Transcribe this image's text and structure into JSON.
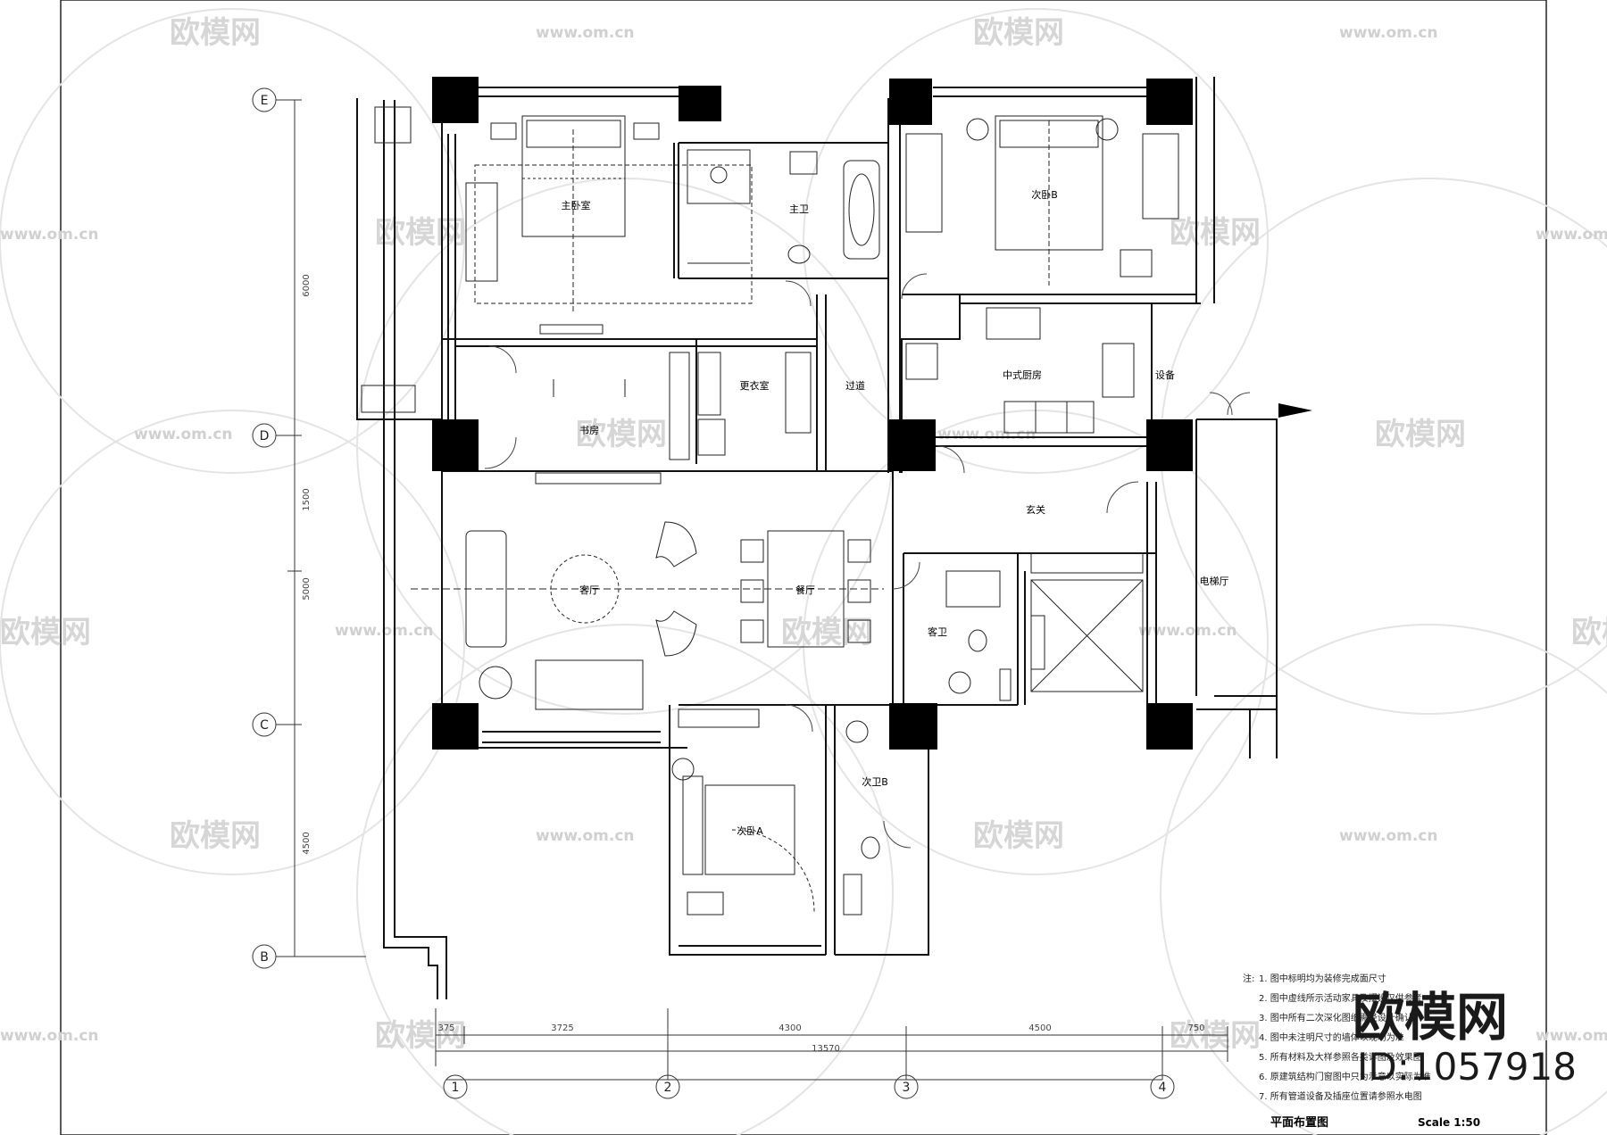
{
  "drawing": {
    "title": "平面布置图",
    "scale": "Scale 1:50"
  },
  "grid": {
    "row_axes": [
      "E",
      "D",
      "C",
      "B"
    ],
    "col_axes": [
      "1",
      "2",
      "3",
      "4"
    ]
  },
  "dimensions": {
    "vertical": [
      "6000",
      "1500",
      "5000",
      "4500"
    ],
    "horizontal": [
      "375",
      "3725",
      "4300",
      "4500",
      "750"
    ],
    "total": "13570"
  },
  "rooms": {
    "master_bedroom": "主卧室",
    "master_bath": "主卫",
    "bedroom_b": "次卧B",
    "study": "书房",
    "closet": "更衣室",
    "corridor": "过道",
    "kitchen": "中式厨房",
    "equipment": "设备",
    "living": "客厅",
    "dining": "餐厅",
    "foyer": "玄关",
    "guest_bath": "客卫",
    "elevator_hall": "电梯厅",
    "bedroom_a": "次卧A",
    "second_bath": "次卫B"
  },
  "notes": {
    "prefix": "注:",
    "lines": [
      "1. 图中标明均为装修完成面尺寸",
      "2. 图中虚线所示活动家具及摆设仅供参考",
      "3. 图中所有二次深化图纸需经设计确认",
      "4. 图中未注明尺寸的墙体以现场为准",
      "5. 所有材料及大样参照各类详图及效果图",
      "6. 原建筑结构门窗图中只为示意以实际为准",
      "7. 所有管道设备及插座位置请参照水电图"
    ]
  },
  "watermark": {
    "brand": "欧模网",
    "url": "www.om.cn",
    "id": "ID:1057918"
  }
}
